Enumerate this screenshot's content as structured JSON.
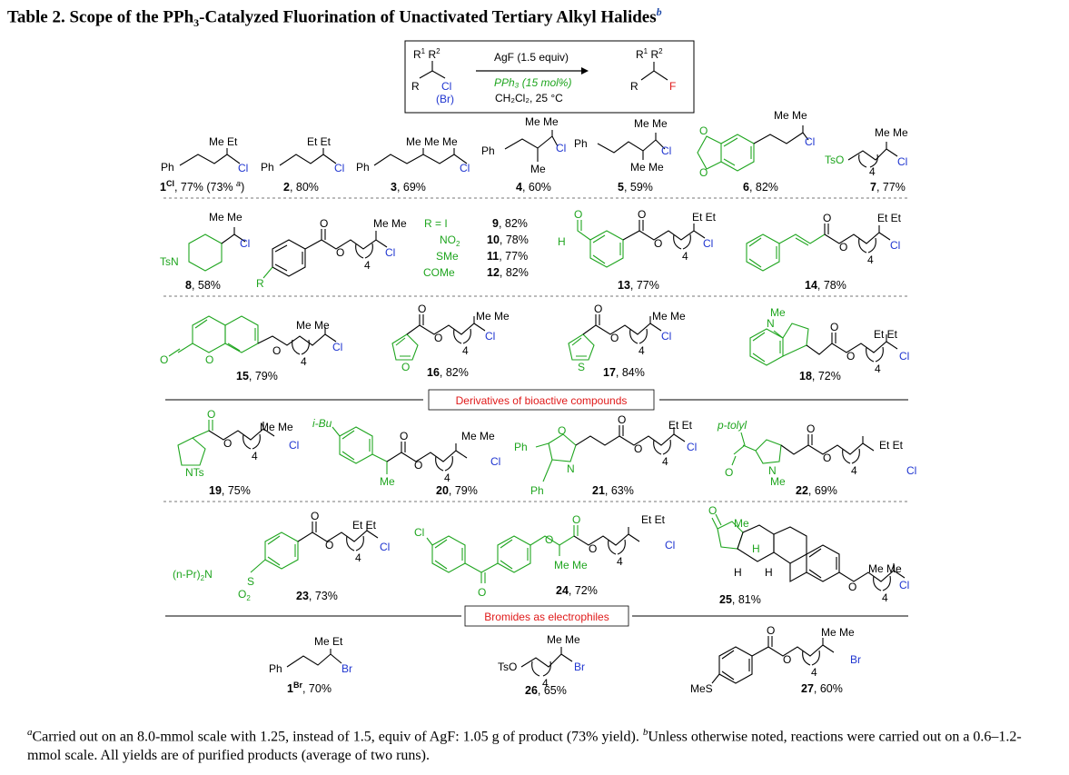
{
  "table": {
    "title": "Table 2. Scope of the PPh",
    "title_sub": "3",
    "title_rest": "-Catalyzed Fluorination of Unactivated Tertiary Alkyl Halides",
    "title_note": "b"
  },
  "reaction": {
    "reagent1": "AgF (1.5 equiv)",
    "reagent2": "PPh3 (15 mol%)",
    "solvent": "CH2Cl2, 25 °C",
    "sm_sub": "R1 R2",
    "sm_leaving": "Cl",
    "sm_alt": "(Br)",
    "product_atom": "F"
  },
  "sections": {
    "bioactive": "Derivatives of bioactive compounds",
    "bromides": "Bromides as electrophiles"
  },
  "entries": [
    {
      "id": "1Cl",
      "label": "1",
      "sup": "Cl",
      "yield": ", 77% (73% ",
      "note": "a",
      ", ": ")"
    },
    {
      "id": "2",
      "label": "2",
      "yield": ", 80%"
    },
    {
      "id": "3",
      "label": "3",
      "yield": ", 69%"
    },
    {
      "id": "4",
      "label": "4",
      "yield": ", 60%"
    },
    {
      "id": "5",
      "label": "5",
      "yield": ", 59%"
    },
    {
      "id": "6",
      "label": "6",
      "yield": ", 82%"
    },
    {
      "id": "7",
      "label": "7",
      "yield": ", 77%"
    },
    {
      "id": "8",
      "label": "8",
      "yield": ", 58%"
    },
    {
      "id": "9",
      "label": "9",
      "yield": ", 82%",
      "r": "R = I"
    },
    {
      "id": "10",
      "label": "10",
      "yield": ", 78%",
      "r": "NO2"
    },
    {
      "id": "11",
      "label": "11",
      "yield": ", 77%",
      "r": "SMe"
    },
    {
      "id": "12",
      "label": "12",
      "yield": ", 82%",
      "r": "COMe"
    },
    {
      "id": "13",
      "label": "13",
      "yield": ", 77%"
    },
    {
      "id": "14",
      "label": "14",
      "yield": ", 78%"
    },
    {
      "id": "15",
      "label": "15",
      "yield": ", 79%"
    },
    {
      "id": "16",
      "label": "16",
      "yield": ", 82%"
    },
    {
      "id": "17",
      "label": "17",
      "yield": ", 84%"
    },
    {
      "id": "18",
      "label": "18",
      "yield": ", 72%"
    },
    {
      "id": "19",
      "label": "19",
      "yield": ", 75%"
    },
    {
      "id": "20",
      "label": "20",
      "yield": ", 79%"
    },
    {
      "id": "21",
      "label": "21",
      "yield": ", 63%"
    },
    {
      "id": "22",
      "label": "22",
      "yield": ", 69%"
    },
    {
      "id": "23",
      "label": "23",
      "yield": ", 73%"
    },
    {
      "id": "24",
      "label": "24",
      "yield": ", 72%"
    },
    {
      "id": "25",
      "label": "25",
      "yield": ", 81%"
    },
    {
      "id": "1Br",
      "label": "1",
      "sup": "Br",
      "yield": ", 70%"
    },
    {
      "id": "26",
      "label": "26",
      "yield": ", 65%"
    },
    {
      "id": "27",
      "label": "27",
      "yield": ", 60%"
    }
  ],
  "groups": {
    "me_et": "Me Et",
    "et_et": "Et Et",
    "me_me": "Me Me",
    "me_me_me": "Me Me Me",
    "ph": "Ph",
    "cl": "Cl",
    "br": "Br",
    "me": "Me",
    "tso": "TsO",
    "tsn": "TsN",
    "mes": "MeS",
    "o": "O",
    "h": "H",
    "n": "N",
    "s": "S",
    "nts": "NTs",
    "ibu": "i-Bu",
    "ptolyl": "p-tolyl",
    "npr2n": "(n-Pr)2N",
    "o2": "O2",
    "four": "4",
    "r": "R"
  },
  "footnote": {
    "a_mark": "a",
    "a_text": "Carried out on an 8.0-mmol scale with 1.25, instead of 1.5, equiv of AgF: 1.05 g of product (73% yield). ",
    "b_mark": "b",
    "b_text": "Unless otherwise noted, reactions were carried out on a 0.6–1.2-mmol scale. All yields are of purified products (average of two runs)."
  }
}
